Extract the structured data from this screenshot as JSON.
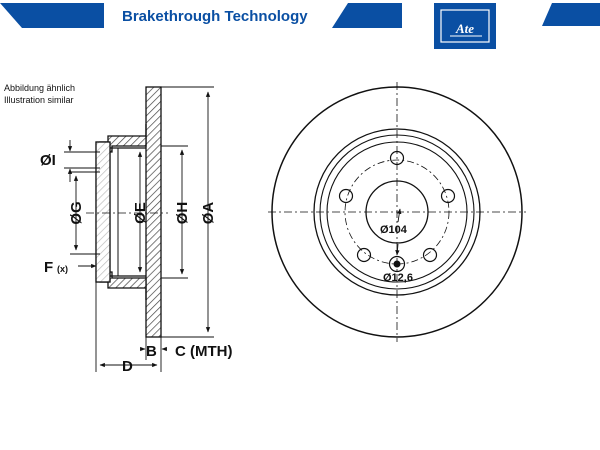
{
  "banner": {
    "title_bold": "Brake",
    "title_rest": "through Technology",
    "logo_text": "Ate",
    "colors": {
      "brand_blue": "#0a4fa3",
      "logo_blue": "#0a4fa3",
      "banner_bg": "#ffffff"
    }
  },
  "notes": {
    "line1": "Abbildung ähnlich",
    "line2": "Illustration similar"
  },
  "side_view": {
    "labels": {
      "I": "ØI",
      "G": "ØG",
      "E": "ØE",
      "H": "ØH",
      "A": "ØA",
      "F": "F",
      "F_sub": "(x)",
      "B": "B",
      "C": "C (MTH)",
      "D": "D"
    }
  },
  "front_view": {
    "labels": {
      "pcd": "Ø104",
      "hole": "Ø12,6"
    }
  }
}
